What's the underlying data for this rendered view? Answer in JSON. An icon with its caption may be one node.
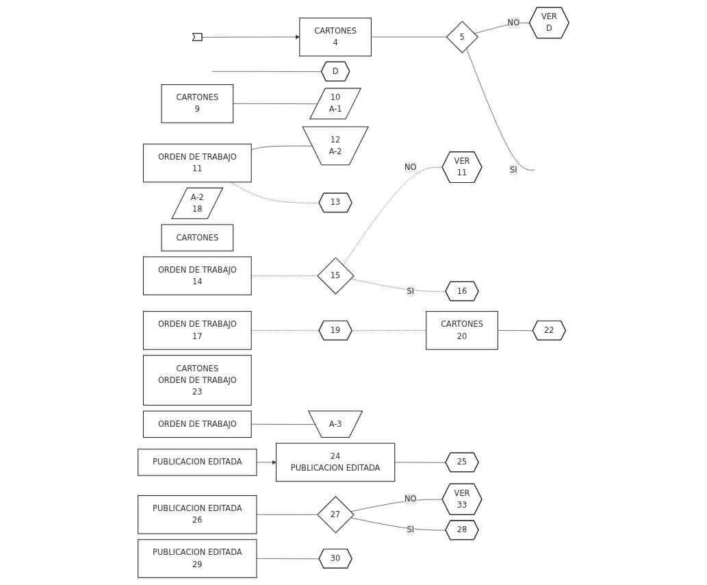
{
  "diagram": {
    "nodes": [
      {
        "text": [],
        "shape": "lightning"
      },
      {
        "text": [
          "CARTONES",
          "4"
        ]
      },
      {
        "text": [
          "5"
        ]
      },
      {
        "text": [
          "VER",
          "D"
        ]
      },
      {
        "text": [
          "D"
        ]
      },
      {
        "text": [
          "CARTONES",
          "9"
        ]
      },
      {
        "text": [
          "10",
          "A-1"
        ]
      },
      {
        "text": [
          "ORDEN DE TRABAJO",
          "11"
        ]
      },
      {
        "text": [
          "12",
          "A-2"
        ]
      },
      {
        "text": [
          "13"
        ]
      },
      {
        "text": [
          "ORDEN DE TRABAJO",
          "14"
        ]
      },
      {
        "text": [
          "15"
        ]
      },
      {
        "text": [
          "VER",
          "11"
        ]
      },
      {
        "text": [
          "16"
        ]
      },
      {
        "text": [
          "A-2",
          "18"
        ]
      },
      {
        "text": [
          "CARTONES"
        ]
      },
      {
        "text": [
          "ORDEN DE TRABAJO",
          "17"
        ]
      },
      {
        "text": [
          "19"
        ]
      },
      {
        "text": [
          "CARTONES",
          "20"
        ]
      },
      {
        "text": [
          "ORDEN DE TRABAJO"
        ]
      },
      {
        "text": [
          "A-3"
        ]
      },
      {
        "text": [
          "22"
        ]
      },
      {
        "text": [
          "CARTONES",
          "ORDEN DE TRABAJO",
          "23"
        ]
      },
      {
        "text": [
          "PUBLICACION EDITADA"
        ]
      },
      {
        "text": [
          "24",
          "PUBLICACION EDITADA"
        ]
      },
      {
        "text": [
          "25"
        ]
      },
      {
        "text": [
          "PUBLICACION EDITADA",
          "26"
        ]
      },
      {
        "text": [
          "27"
        ]
      },
      {
        "text": [
          "VER",
          "33"
        ]
      },
      {
        "text": [
          "28"
        ]
      },
      {
        "text": [
          "PUBLICACION EDITADA",
          "29"
        ]
      },
      {
        "text": [
          "30"
        ]
      }
    ],
    "edges": [
      {
        "from": 0,
        "to": 1,
        "arrow": "to"
      },
      {
        "from": 1,
        "to": 2,
        "arrow": "none"
      },
      {
        "from": 2,
        "to": 3,
        "label": "NO",
        "arrow": "none"
      },
      {
        "from": 2,
        "to": null,
        "label": "SI",
        "arrow": "none"
      },
      {
        "from": null,
        "to": 4,
        "arrow": "none"
      },
      {
        "from": 5,
        "to": 6,
        "arrow": "none"
      },
      {
        "from": 7,
        "to": 8,
        "arrow": "none"
      },
      {
        "from": 7,
        "to": 9,
        "arrow": "none",
        "style": "dashed"
      },
      {
        "from": 10,
        "to": 11,
        "arrow": "none",
        "style": "dashed"
      },
      {
        "from": 11,
        "to": 12,
        "label": "NO",
        "arrow": "none",
        "style": "dashed"
      },
      {
        "from": 11,
        "to": 13,
        "label": "SI",
        "arrow": "none",
        "style": "dashed"
      },
      {
        "from": 16,
        "to": 17,
        "arrow": "none",
        "style": "dashed"
      },
      {
        "from": 17,
        "to": 18,
        "arrow": "none",
        "style": "dashed"
      },
      {
        "from": 19,
        "to": 20,
        "arrow": "none"
      },
      {
        "from": 18,
        "to": 21,
        "arrow": "none"
      },
      {
        "from": 23,
        "to": 24,
        "arrow": "to"
      },
      {
        "from": 24,
        "to": 25,
        "arrow": "none"
      },
      {
        "from": 26,
        "to": 27,
        "arrow": "none"
      },
      {
        "from": 27,
        "to": 28,
        "label": "NO",
        "arrow": "none"
      },
      {
        "from": 27,
        "to": 29,
        "label": "SI",
        "arrow": "none"
      },
      {
        "from": 30,
        "to": 31,
        "arrow": "none"
      }
    ]
  }
}
